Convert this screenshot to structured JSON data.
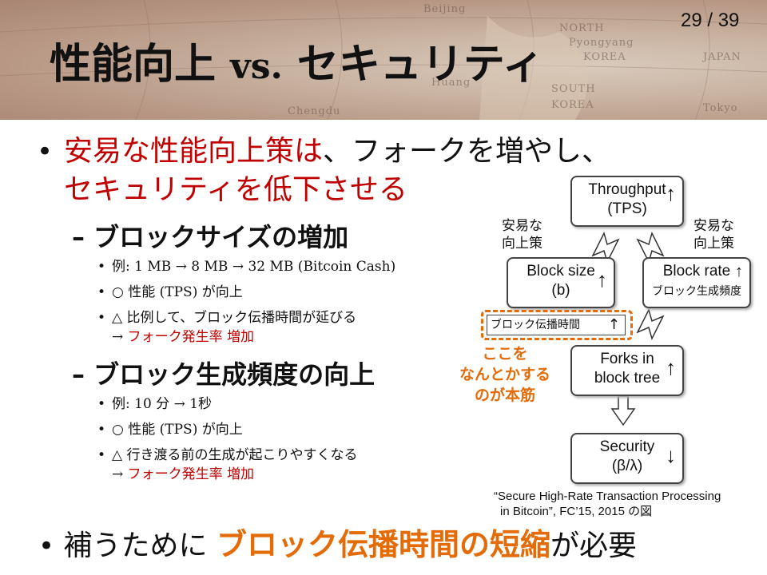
{
  "page_number": "29 / 39",
  "title": {
    "part1": "性能向上",
    "vs": "vs.",
    "part2": "セキュリティ"
  },
  "header_map_labels": [
    "Beijing",
    "NORTH",
    "Pyongyang",
    "KOREA",
    "SOUTH",
    "KOREA",
    "JAPAN",
    "Tokyo",
    "Chengdu",
    "Huang"
  ],
  "main_bullet": {
    "red_text": "安易な性能向上策は",
    "rest_text": "、フォークを増やし、",
    "line2_red": "セキュリティを低下させる"
  },
  "section1": {
    "heading": "– ブロックサイズの増加",
    "items": [
      {
        "text": "例: 1 MB → 8 MB → 32 MB (Bitcoin Cash)"
      },
      {
        "text": "○ 性能 (TPS) が向上"
      },
      {
        "text": "△ 比例して、ブロック伝播時間が延びる",
        "cont_prefix": "→ ",
        "cont_red": "フォーク発生率 増加"
      }
    ]
  },
  "section2": {
    "heading": "– ブロック生成頻度の向上",
    "items": [
      {
        "text": "例: 10 分 → 1秒"
      },
      {
        "text": "○ 性能 (TPS) が向上"
      },
      {
        "text": "△ 行き渡る前の生成が起こりやすくなる",
        "cont_prefix": "→ ",
        "cont_red": "フォーク発生率 増加"
      }
    ]
  },
  "diagram": {
    "throughput": {
      "line1": "Throughput",
      "line2": "(TPS)"
    },
    "block_size": {
      "line1": "Block size",
      "line2": "(b)"
    },
    "block_rate": {
      "line1": "Block rate",
      "line2": "ブロック生成頻度"
    },
    "propagation": "ブロック伝播時間",
    "forks": {
      "line1": "Forks in",
      "line2": "block tree"
    },
    "security": {
      "line1": "Security",
      "line2": "(β/λ)"
    },
    "left_note": {
      "line1": "安易な",
      "line2": "向上策"
    },
    "right_note": {
      "line1": "安易な",
      "line2": "向上策"
    },
    "hint": {
      "line1": "ここを",
      "line2": "なんとかする",
      "line3": "のが本筋"
    },
    "accent_orange": "#e36c09"
  },
  "citation": {
    "line1": "“Secure High-Rate Transaction Processing",
    "line2": "in Bitcoin”, FC’15, 2015 の図"
  },
  "bottom_bullet": {
    "pre": "補うために ",
    "highlight": "ブロック伝播時間の短縮",
    "post": "が必要"
  },
  "colors": {
    "red": "#c00000",
    "orange": "#e36c09"
  }
}
